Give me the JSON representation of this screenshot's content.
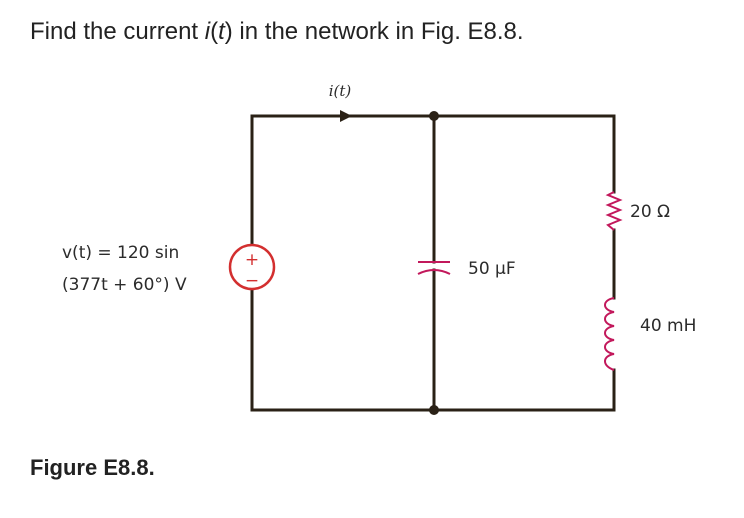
{
  "question": {
    "prefix": "Find the current ",
    "var_i": "i",
    "open": "(",
    "var_t": "t",
    "suffix": ") in the network in Fig. E8.8."
  },
  "figure_caption": "Figure E8.8.",
  "circuit": {
    "current_label": "i(t)",
    "source_label_line1": "v(t) = 120 sin",
    "source_label_line2": "(377t + 60°) V",
    "source_plus": "+",
    "source_minus": "−",
    "capacitor_label": "50 μF",
    "resistor_label": "20 Ω",
    "inductor_label": "40 mH",
    "colors": {
      "wire": "#2a2116",
      "component": "#c2185b",
      "source": "#d32f2f",
      "text": "#2b2b2b"
    }
  }
}
